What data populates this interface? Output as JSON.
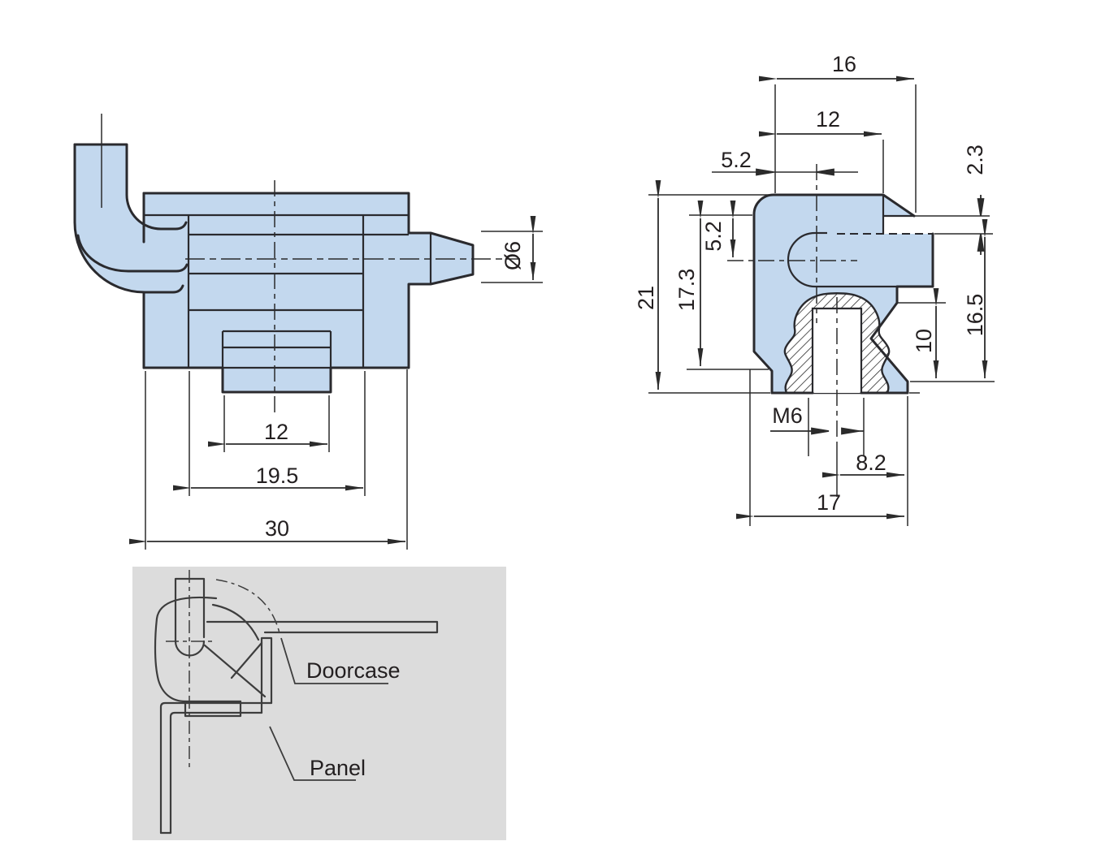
{
  "side_view": {
    "dims": {
      "dia6": "Ø6",
      "d12": "12",
      "d19_5": "19.5",
      "d30": "30"
    }
  },
  "end_view": {
    "dims": {
      "d16": "16",
      "d12": "12",
      "d5_2_top": "5.2",
      "d2_3": "2.3",
      "d5_2_side": "5.2",
      "d17_3": "17.3",
      "d21": "21",
      "d16_5": "16.5",
      "d10": "10",
      "m6": "M6",
      "d8_2": "8.2",
      "d17": "17"
    }
  },
  "installation": {
    "doorcase": "Doorcase",
    "panel": "Panel"
  },
  "colors": {
    "part_fill": "#c3d8ee",
    "outline": "#2a2a2e",
    "dim_line": "#2b2b2b",
    "text": "#231f20",
    "inset_bg": "#dcdcdc",
    "inset_line": "#3d3d3d"
  }
}
